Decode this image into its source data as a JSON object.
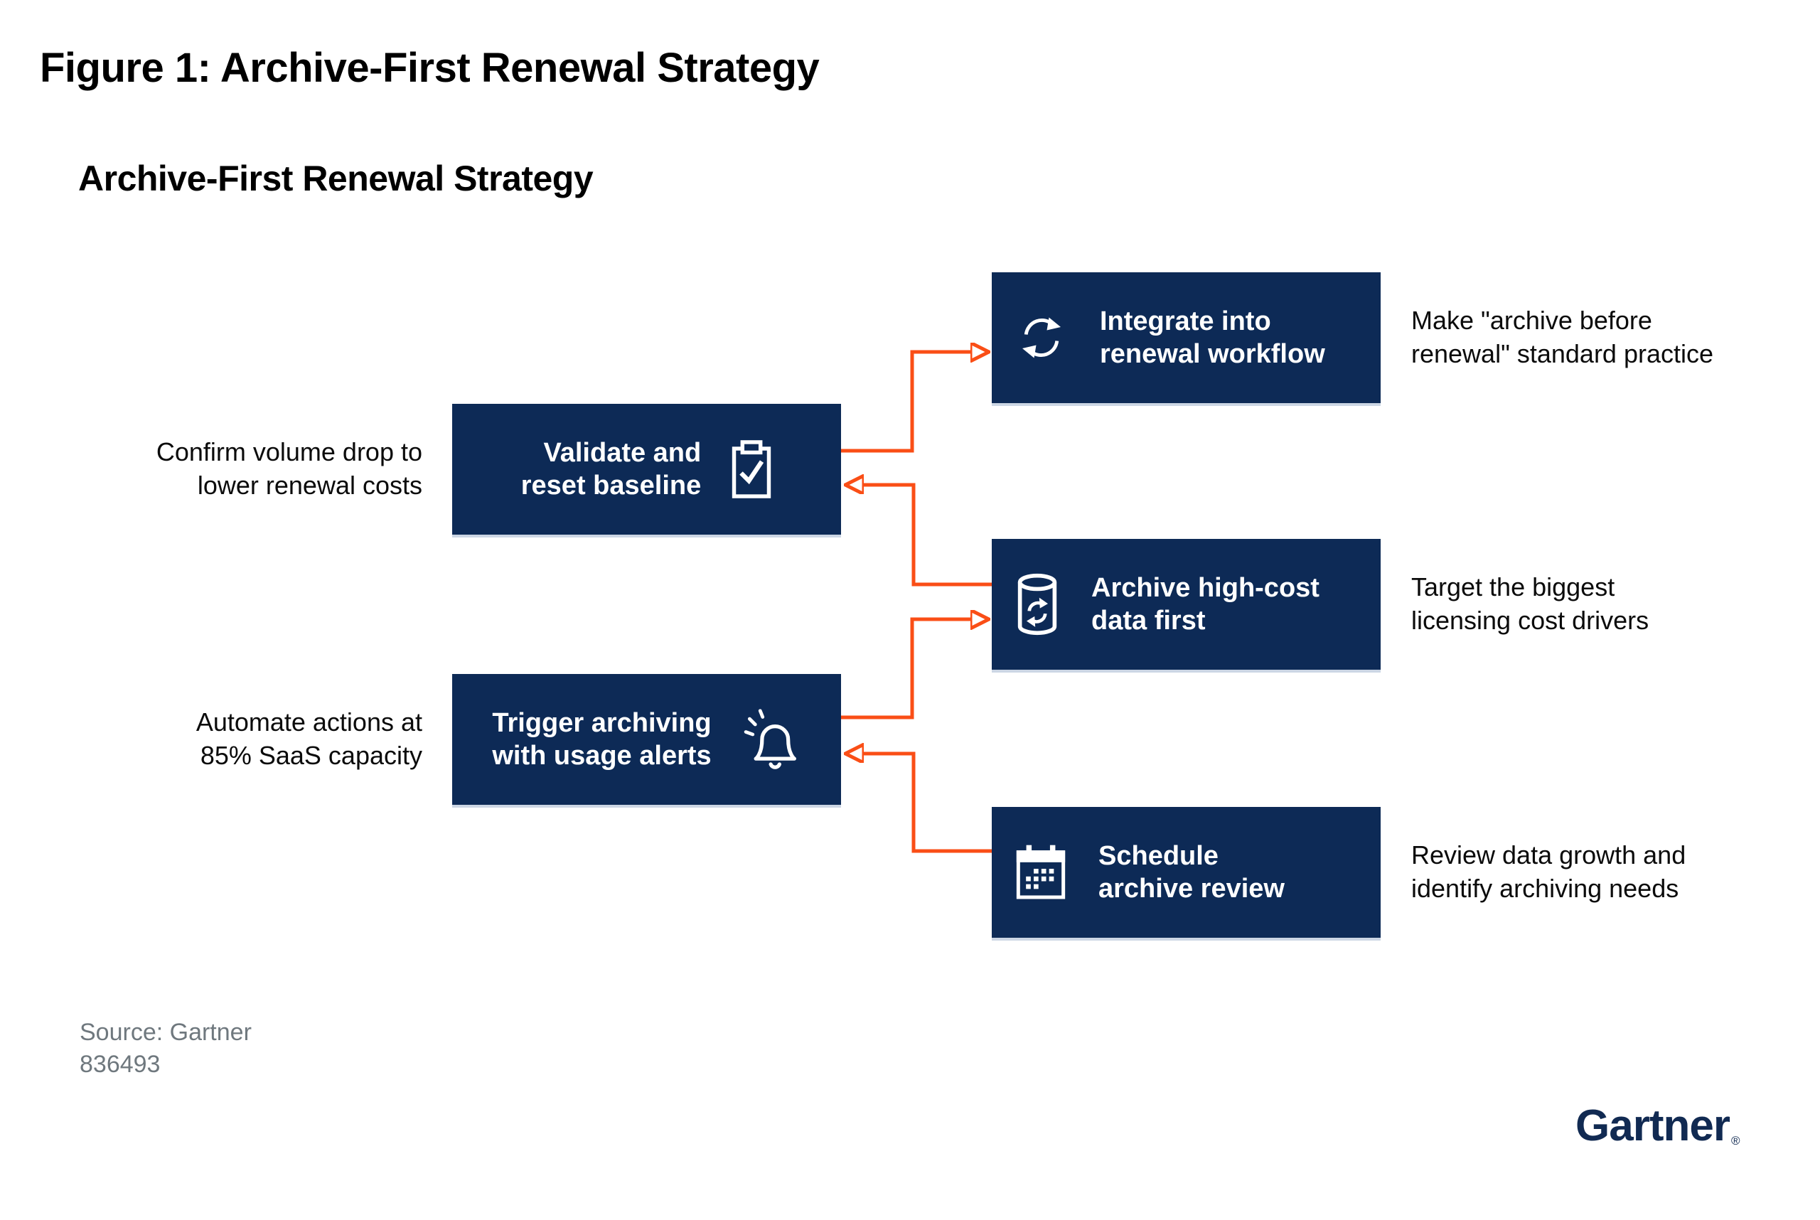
{
  "figure": {
    "title": "Figure 1: Archive-First Renewal Strategy",
    "subtitle": "Archive-First Renewal Strategy"
  },
  "boxes": {
    "validate": {
      "line1": "Validate and",
      "line2": "reset baseline",
      "icon": "clipboard-check"
    },
    "trigger": {
      "line1": "Trigger archiving",
      "line2": "with usage alerts",
      "icon": "bell-alert"
    },
    "integrate": {
      "line1": "Integrate into",
      "line2": "renewal workflow",
      "icon": "sync-arrows"
    },
    "archive": {
      "line1": "Archive high-cost",
      "line2": "data first",
      "icon": "database-sync"
    },
    "schedule": {
      "line1": "Schedule",
      "line2": "archive review",
      "icon": "calendar"
    }
  },
  "annotations": {
    "validate": {
      "line1": "Confirm volume drop to",
      "line2": "lower renewal costs"
    },
    "trigger": {
      "line1": "Automate actions at",
      "line2": "85% SaaS capacity"
    },
    "integrate": {
      "line1": "Make \"archive before",
      "line2": "renewal\" standard practice"
    },
    "archive": {
      "line1": "Target the biggest",
      "line2": "licensing cost drivers"
    },
    "schedule": {
      "line1": "Review data growth and",
      "line2": "identify archiving needs"
    }
  },
  "footer": {
    "source_line1": "Source: Gartner",
    "source_line2": "836493",
    "brand": "Gartner",
    "registered_mark": "®"
  },
  "colors": {
    "box_navy": "#0d2a56",
    "arrow_orange": "#fa4e16",
    "source_gray": "#6f787e",
    "brand_navy": "#112a52"
  }
}
